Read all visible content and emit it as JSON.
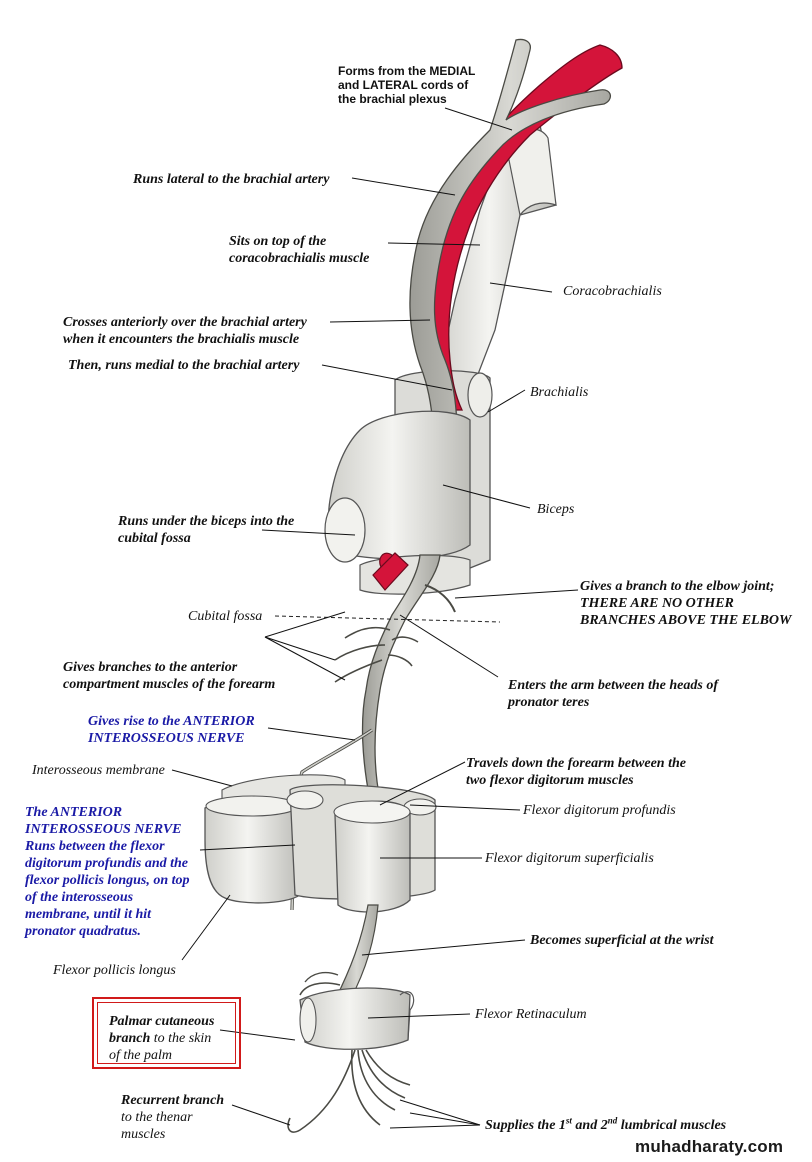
{
  "labels": {
    "forms_from": [
      "Forms from the MEDIAL",
      "and LATERAL cords of",
      "the brachial plexus"
    ],
    "runs_lateral": "Runs lateral to the brachial artery",
    "sits_on_top": [
      "Sits on top of the",
      "coracobrachialis muscle"
    ],
    "coracobrachialis": "Coracobrachialis",
    "crosses": [
      "Crosses anteriorly over the brachial artery",
      "when it encounters the brachialis muscle"
    ],
    "then_medial": "Then, runs medial to the brachial artery",
    "brachialis": "Brachialis",
    "biceps": "Biceps",
    "runs_under_biceps": [
      "Runs under the biceps into the",
      "cubital fossa"
    ],
    "gives_branch_elbow": "Gives a branch to the elbow joint;",
    "no_other_branches": [
      "THERE ARE NO OTHER",
      "BRANCHES ABOVE THE ELBOW"
    ],
    "cubital_fossa": "Cubital fossa",
    "gives_branches_anterior": [
      "Gives branches to the anterior",
      "compartment muscles of the forearm"
    ],
    "enters_arm": [
      "Enters the arm between the heads of",
      "pronator teres"
    ],
    "gives_rise_ain": [
      "Gives rise to the ANTERIOR",
      "INTEROSSEOUS NERVE"
    ],
    "interosseous_membrane": "Interosseous membrane",
    "travels_down": [
      "Travels down the forearm between the",
      "two flexor digitorum muscles"
    ],
    "fdp": "Flexor digitorum profundis",
    "ain_title": [
      "The ANTERIOR",
      "INTEROSSEOUS NERVE"
    ],
    "ain_desc": [
      "Runs between the flexor",
      "digitorum profundis and the",
      "flexor pollicis longus, on top",
      "of the interosseous",
      "membrane, until it hit",
      "pronator quadratus."
    ],
    "fds": "Flexor digitorum superficialis",
    "fpl": "Flexor pollicis longus",
    "superficial_wrist": "Becomes superficial at the wrist",
    "flexor_retinaculum": "Flexor Retinaculum",
    "palmar": {
      "bold": [
        "Palmar cutaneous",
        "branch"
      ],
      "rest": [
        " to the skin",
        "of the palm"
      ]
    },
    "recurrent": {
      "bold": "Recurrent branch",
      "rest": [
        "to the thenar",
        "muscles"
      ]
    },
    "supplies": {
      "pre": "Supplies the 1",
      "sup1": "st",
      "mid": " and 2",
      "sup2": "nd",
      "post": " lumbrical muscles"
    }
  },
  "watermark": "muhadharaty.com",
  "colors": {
    "artery": "#d4143a",
    "nerve": "#c9c9c4",
    "nerve_stroke": "#4a4a44",
    "muscle": "#e9e9e6",
    "blue_text": "#1a1aa6",
    "box": "#d11a1a"
  }
}
